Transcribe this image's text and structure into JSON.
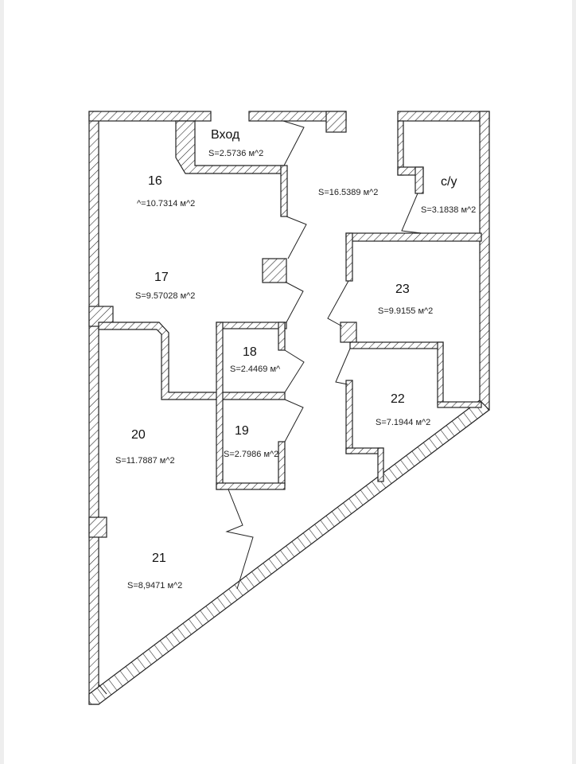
{
  "plan": {
    "rooms": [
      {
        "id": "entrance",
        "label": "Вход",
        "area": "S=2.5736 м^2"
      },
      {
        "id": "16",
        "label": "16",
        "area": "^=10.7314 м^2"
      },
      {
        "id": "corridor",
        "area": "S=16.5389 м^2"
      },
      {
        "id": "wc",
        "label": "с/у",
        "area": "S=3.1838 м^2"
      },
      {
        "id": "17",
        "label": "17",
        "area": "S=9.57028 м^2"
      },
      {
        "id": "23",
        "label": "23",
        "area": "S=9.9155 м^2"
      },
      {
        "id": "18",
        "label": "18",
        "area": "S=2.4469 м^"
      },
      {
        "id": "19",
        "label": "19",
        "area": "S=2.7986 м^2"
      },
      {
        "id": "20",
        "label": "20",
        "area": "S=11.7887 м^2"
      },
      {
        "id": "22",
        "label": "22",
        "area": "S=7.1944 м^2"
      },
      {
        "id": "21",
        "label": "21",
        "area": "S=8,9471 м^2"
      }
    ]
  }
}
